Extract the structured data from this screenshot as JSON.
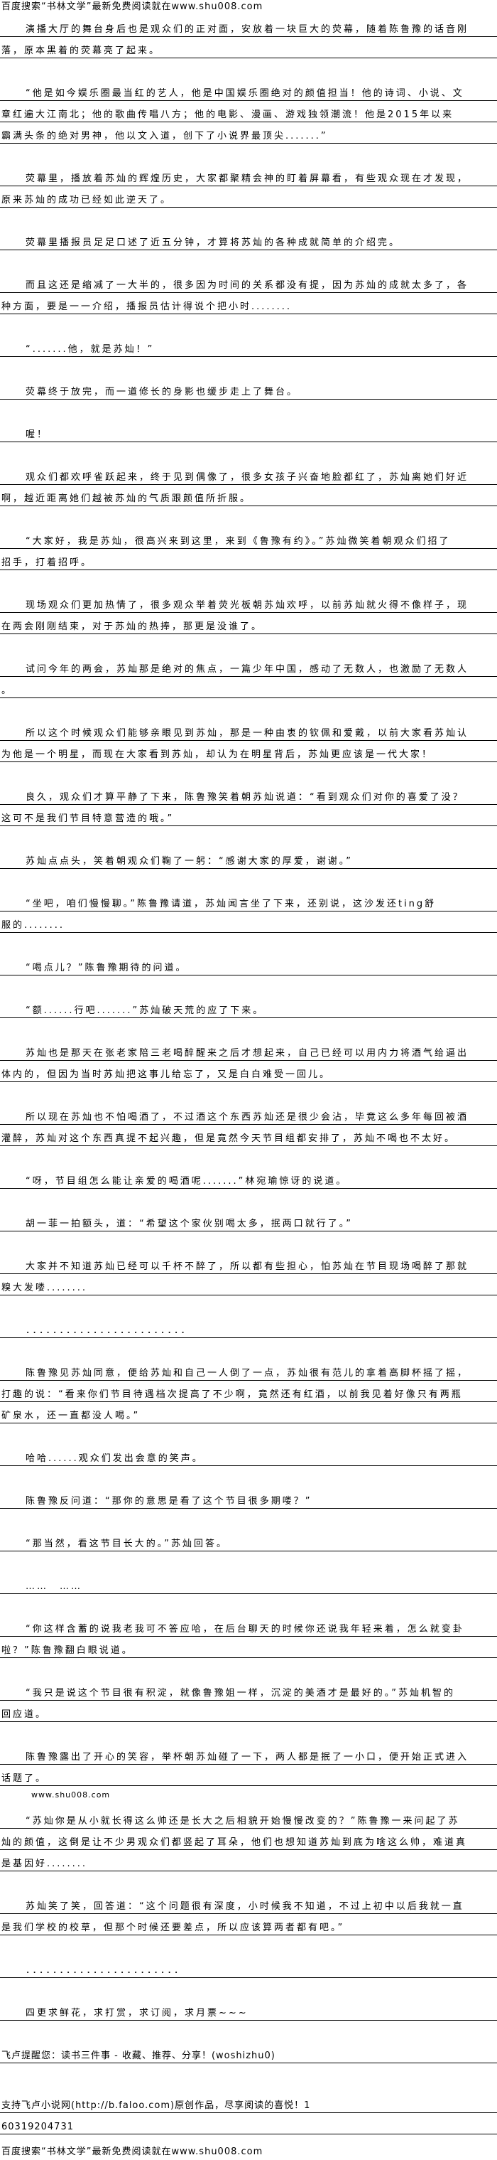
{
  "header": "百度搜索“书林文学”最新免费阅读就在www.shu008.com",
  "watermark": "www.shu008.com",
  "paragraphs": [
    [
      "演播大厅的舞台身后也是观众们的正对面，安放着一块巨大的荧幕，随着陈鲁豫的话音刚",
      "落，原本黑着的荧幕亮了起来。"
    ],
    [
      "“他是如今娱乐圈最当红的艺人，他是中国娱乐圈绝对的颜值担当！他的诗词、小说、文",
      "章红遍大江南北；他的歌曲传唱八方；他的电影、漫画、游戏独领潮流！他是2015年以来",
      "霸满头条的绝对男神，他以文入道，创下了小说界最顶尖.......”"
    ],
    [
      "荧幕里，播放着苏灿的辉煌历史，大家都聚精会神的盯着屏幕看，有些观众现在才发现，",
      "原来苏灿的成功已经如此逆天了。"
    ],
    [
      "荧幕里播报员足足口述了近五分钟，才算将苏灿的各种成就简单的介绍完。"
    ],
    [
      "而且这还是缩减了一大半的，很多因为时间的关系都没有提，因为苏灿的成就太多了，各",
      "种方面，要是一一介绍，播报员估计得说个把小时........"
    ],
    [
      "“.......他，就是苏灿！”"
    ],
    [
      "荧幕终于放完，而一道修长的身影也缓步走上了舞台。"
    ],
    [
      "喔！"
    ],
    [
      "观众们都欢呼雀跃起来，终于见到偶像了，很多女孩子兴奋地脸都红了，苏灿离她们好近",
      "啊，越近距离她们越被苏灿的气质跟颜值所折服。"
    ],
    [
      "“大家好，我是苏灿，很高兴来到这里，来到《鲁豫有约》。”苏灿微笑着朝观众们招了",
      "招手，打着招呼。"
    ],
    [
      "现场观众们更加热情了，很多观众举着荧光板朝苏灿欢呼，以前苏灿就火得不像样子，现",
      "在两会刚刚结束，对于苏灿的热捧，那更是没谁了。"
    ],
    [
      "试问今年的两会，苏灿那是绝对的焦点，一篇少年中国，感动了无数人，也激励了无数人",
      "。"
    ],
    [
      "所以这个时候观众们能够亲眼见到苏灿，那是一种由衷的钦佩和爱戴，以前大家看苏灿认",
      "为他是一个明星，而现在大家看到苏灿，却认为在明星背后，苏灿更应该是一代大家！"
    ],
    [
      "良久，观众们才算平静了下来，陈鲁豫笑着朝苏灿说道：“看到观众们对你的喜爱了没？",
      "这可不是我们节目特意营造的哦。”"
    ],
    [
      "苏灿点点头，笑着朝观众们鞠了一躬：“感谢大家的厚爱，谢谢。”"
    ],
    [
      "“坐吧，咱们慢慢聊。”陈鲁豫请道，苏灿闻言坐了下来，还别说，这沙发还ting舒",
      "服的........"
    ],
    [
      "“喝点儿？”陈鲁豫期待的问道。"
    ],
    [
      "“额......行吧.......”苏灿破天荒的应了下来。"
    ],
    [
      "苏灿也是那天在张老家陪三老喝醉醒来之后才想起来，自己已经可以用内力将酒气给逼出",
      "体内的，但因为当时苏灿把这事儿给忘了，又是白白难受一回儿。"
    ],
    [
      "所以现在苏灿也不怕喝酒了，不过酒这个东西苏灿还是很少会沾，毕竟这么多年每回被酒",
      "灌醉，苏灿对这个东西真提不起兴趣，但是竟然今天节目组都安排了，苏灿不喝也不太好。"
    ],
    [
      "“呀，节目组怎么能让亲爱的喝酒呢.......”林宛瑜惊讶的说道。"
    ],
    [
      "胡一菲一拍额头，道：“希望这个家伙别喝太多，抿两口就行了。”"
    ],
    [
      "大家并不知道苏灿已经可以千杯不醉了，所以都有些担心，怕苏灿在节目现场喝醉了那就",
      "糗大发喽........"
    ],
    [
      "．．．．．．．．．．．．．．．．．．．．．．．．"
    ],
    [
      "陈鲁豫见苏灿同意，便给苏灿和自己一人倒了一点，苏灿很有范儿的拿着高脚杯摇了摇，",
      "打趣的说：“看来你们节目待遇档次提高了不少啊，竟然还有红酒，以前我见着好像只有两瓶",
      "矿泉水，还一直都没人喝。”"
    ],
    [
      "哈哈......观众们发出会意的笑声。"
    ],
    [
      "陈鲁豫反问道：“那你的意思是看了这个节目很多期喽？”"
    ],
    [
      "“那当然，看这节目长大的。”苏灿回答。"
    ],
    [
      "……　……"
    ],
    [
      "“你这样含蓄的说我老我可不答应哈，在后台聊天的时候你还说我年轻来着，怎么就变卦",
      "啦？”陈鲁豫翻白眼说道。"
    ],
    [
      "“我只是说这个节目很有积淀，就像鲁豫姐一样，沉淀的美酒才是最好的。”苏灿机智的",
      "回应道。"
    ],
    [
      "陈鲁豫露出了开心的笑容，举杯朝苏灿碰了一下，两人都是抿了一小口，便开始正式进入",
      "话题了。"
    ],
    [
      "“苏灿你是从小就长得这么帅还是长大之后相貌开始慢慢改变的？”陈鲁豫一来问起了苏",
      "灿的颜值，这倒是让不少男观众们都竖起了耳朵，他们也想知道苏灿到底为啥这么帅，难道真",
      "是基因好........"
    ],
    [
      "苏灿笑了笑，回答道：“这个问题很有深度，小时候我不知道，不过上初中以后我就一直",
      "是我们学校的校草，但那个时候还要差点，所以应该算两者都有吧。”"
    ],
    [
      "．．．．．．．．．．．．．．．．．．．．．．．"
    ],
    [
      "四更求鲜花，求打赏，求订阅，求月票~~~"
    ]
  ],
  "footer": {
    "reminder": "飞卢提醒您：读书三件事 - 收藏、推荐、分享！(woshizhu0)",
    "support": "支持飞卢小说网(http://b.faloo.com)原创作品，尽享阅读的喜悦！1",
    "number": "60319204731",
    "bottom_banner": "百度搜索“书林文学”最新免费阅读就在www.shu008.com"
  }
}
